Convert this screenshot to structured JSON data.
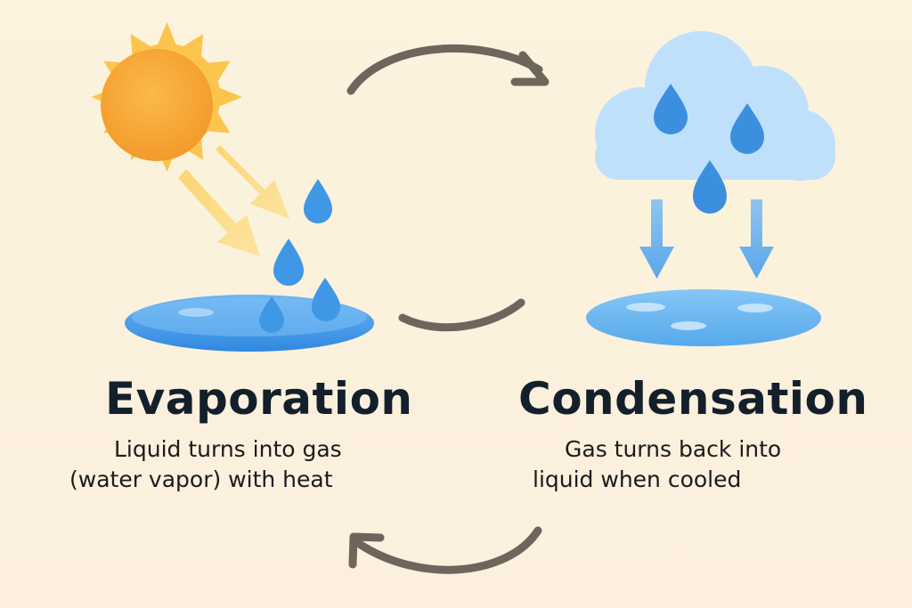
{
  "evaporation": {
    "title": "Evaporation",
    "description": [
      "Liquid turns into gas",
      "(water vapor) with heat"
    ]
  },
  "condensation": {
    "title": "Condensation",
    "description": [
      "Gas turns back into",
      "liquid when cooled"
    ]
  },
  "icons": [
    "sun-icon",
    "sun-ray-arrow-icon",
    "water-drop-icon",
    "puddle-icon",
    "cloud-icon",
    "down-arrow-icon",
    "cycle-arrow-icon"
  ],
  "colors": {
    "background": "#fbf2dd",
    "sun_core": "#f7a93a",
    "sun_rays": "#fbc54d",
    "water": "#3f97e6",
    "water_light": "#6fb7f2",
    "cloud": "#bfe0fb",
    "drop": "#3b8fde",
    "cycle_arrow": "#6e665c",
    "text": "#13202b"
  }
}
